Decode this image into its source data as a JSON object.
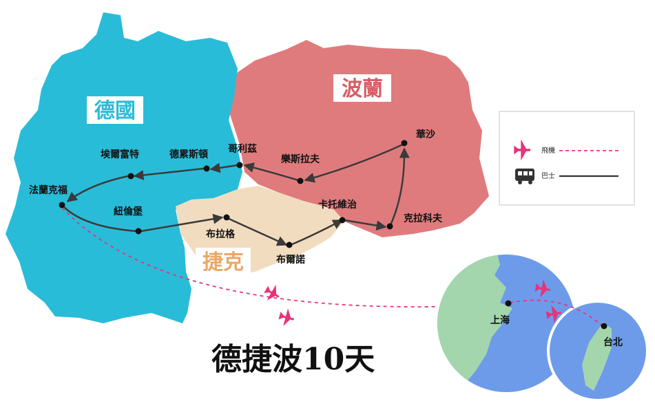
{
  "title": "德捷波10天",
  "countries": {
    "germany": "德國",
    "poland": "波蘭",
    "czech": "捷克"
  },
  "colors": {
    "germany": "#29bcd8",
    "poland": "#e07b7d",
    "czech": "#f2dcc0",
    "czech_label": "#e8a868",
    "germany_label": "#29bcd8",
    "poland_label": "#d85e66",
    "flight": "#e6337a",
    "route": "#3a3a3a",
    "sea": "#6d9bea",
    "land": "#a4d6ad"
  },
  "cities": {
    "frankfurt": "法蘭克福",
    "erfurt": "埃爾富特",
    "dresden": "德累斯頓",
    "gorlitz": "哥利茲",
    "wroclaw": "樂斯拉夫",
    "warsaw": "華沙",
    "krakow": "克拉科夫",
    "katowice": "卡托維治",
    "brno": "布爾諾",
    "prague": "布拉格",
    "nuremberg": "紐倫堡",
    "shanghai": "上海",
    "taipei": "台北"
  },
  "legend": {
    "flight_label": "飛機",
    "bus_label": "巴士"
  }
}
